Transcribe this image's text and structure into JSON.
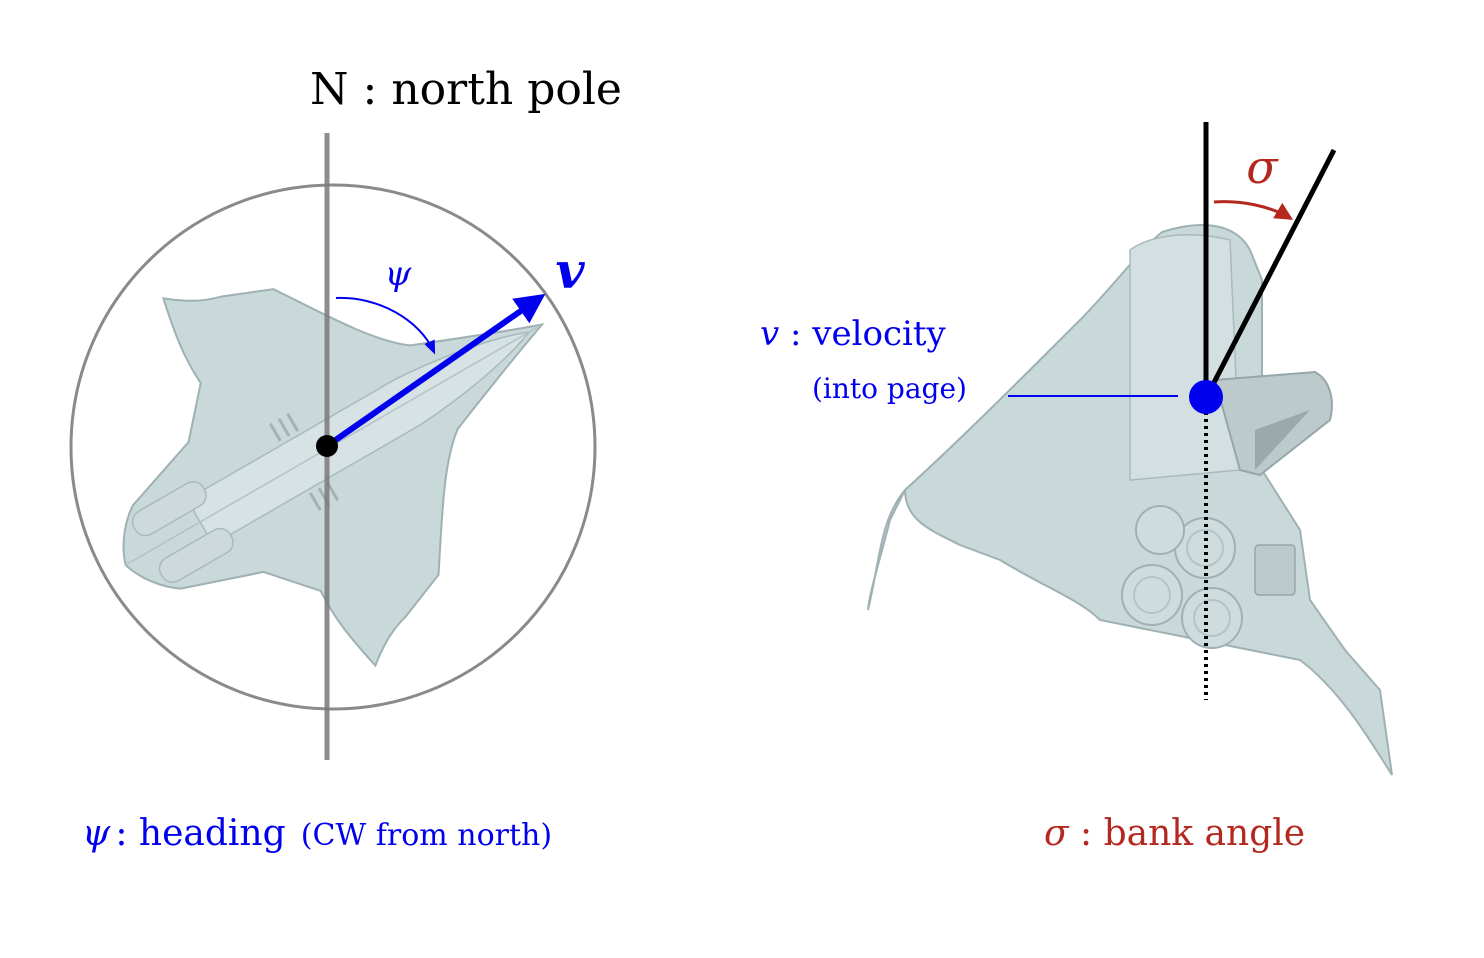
{
  "heading_panel": {
    "north_label": "N : north pole",
    "psi_symbol": "ψ",
    "v_symbol": "v",
    "caption_symbol": "ψ",
    "caption_main": " : heading",
    "caption_note": "(CW from north)"
  },
  "bank_panel": {
    "sigma_symbol": "σ",
    "velocity_symbol": "v",
    "velocity_text": " : velocity",
    "velocity_note": "(into page)",
    "caption_symbol": "σ",
    "caption_text": " : bank angle"
  },
  "colors": {
    "blue": "#0000ee",
    "red": "#b5281f",
    "ring_gray": "#8a8a8a",
    "shuttle_fill": "#c9d8d9",
    "shuttle_edge": "#9fb1b3",
    "black": "#000000"
  },
  "icons": {
    "shuttle_top": "space-shuttle-top-view-icon",
    "shuttle_rear": "space-shuttle-rear-view-icon"
  }
}
